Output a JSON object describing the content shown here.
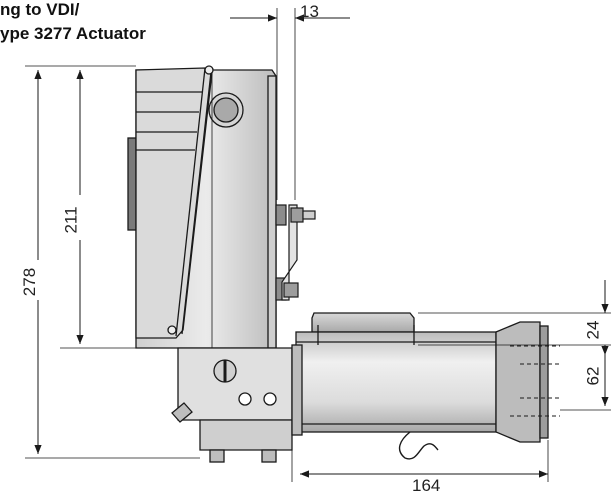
{
  "title": {
    "line1": "ng to VDI/",
    "line2": "ype 3277 Actuator"
  },
  "dimensions": {
    "top_offset": "13",
    "total_height": "278",
    "housing_height": "211",
    "cap_height": "24",
    "body_height": "62",
    "length": "164"
  },
  "colors": {
    "line": "#1a1a1a",
    "housing_light": "#e6e6e6",
    "housing_mid": "#c8c8c8",
    "housing_dark": "#9a9a9a",
    "background": "#ffffff"
  }
}
